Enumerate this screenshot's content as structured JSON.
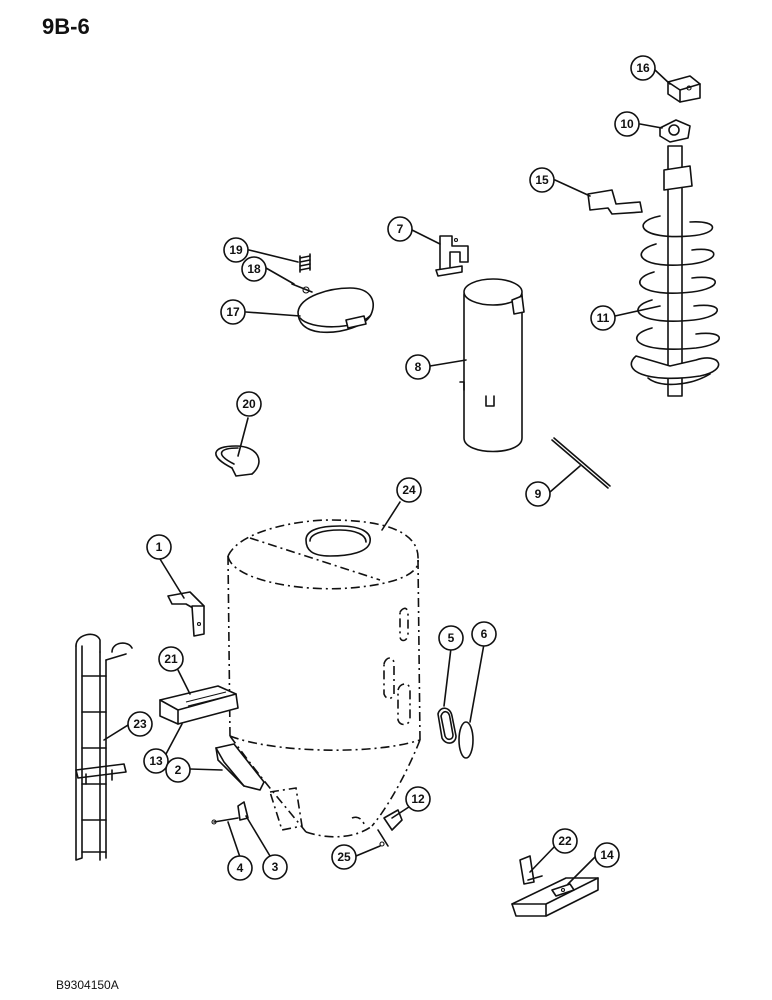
{
  "header": {
    "page_code": "9B-6"
  },
  "footer": {
    "drawing_id": "B9304150A"
  },
  "callouts": {
    "c1": "1",
    "c2": "2",
    "c3": "3",
    "c4": "4",
    "c5": "5",
    "c6": "6",
    "c7": "7",
    "c8": "8",
    "c9": "9",
    "c10": "10",
    "c11": "11",
    "c12": "12",
    "c13": "13",
    "c14": "14",
    "c15": "15",
    "c16": "16",
    "c17": "17",
    "c18": "18",
    "c19": "19",
    "c20": "20",
    "c21": "21",
    "c22": "22",
    "c23": "23",
    "c24": "24",
    "c25": "25"
  }
}
